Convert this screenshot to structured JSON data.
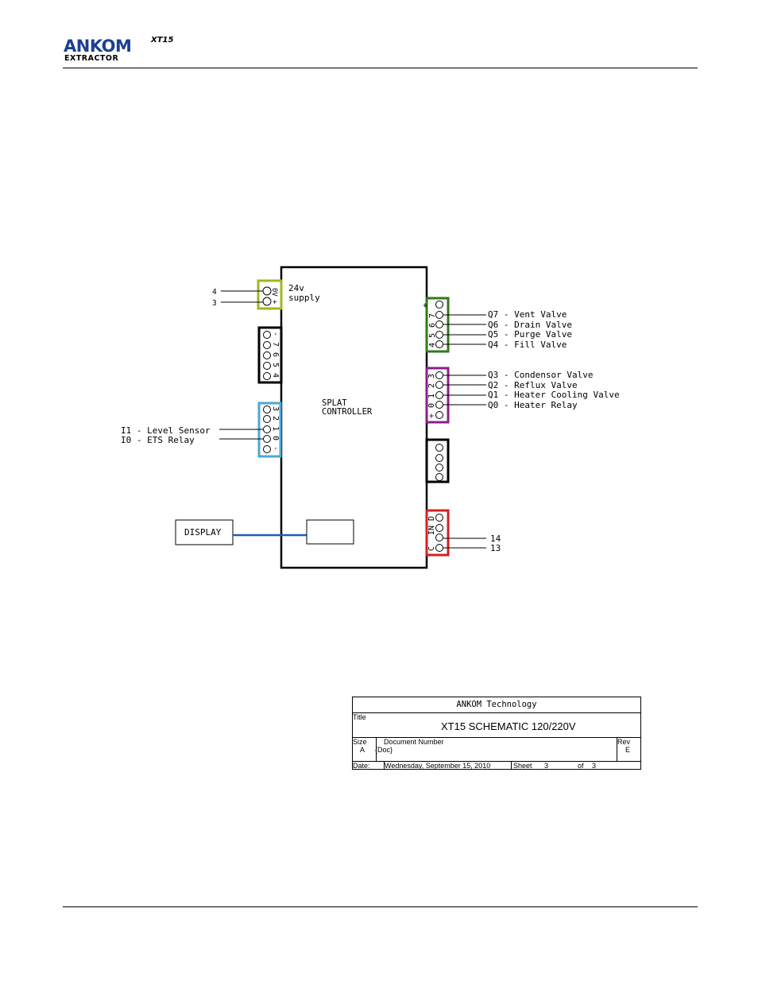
{
  "header": {
    "logo_main": "ANKOM",
    "logo_superscript": "XT15",
    "logo_sub": "EXTRACTOR"
  },
  "diagram": {
    "controller_label_line1": "SPLAT",
    "controller_label_line2": "CONTROLLER",
    "supply": {
      "label_line1": "24v",
      "label_line2": "supply",
      "pin_labels": [
        "0V",
        "+"
      ],
      "wire_numbers": [
        "4",
        "3"
      ],
      "color": "#a3b520"
    },
    "input_block_top": {
      "pin_labels": [
        "-",
        "7",
        "6",
        "5",
        "4"
      ],
      "color": "#000000"
    },
    "input_block_bottom": {
      "pin_labels": [
        "3",
        "2",
        "1",
        "0",
        "-"
      ],
      "color": "#4aa8d8",
      "signals": [
        "I1 - Level Sensor",
        "I0 - ETS Relay"
      ]
    },
    "display": {
      "label": "DISPLAY",
      "cable_color": "#1f5fb4"
    },
    "output_block_1": {
      "pin_labels": [
        "+",
        "7",
        "6",
        "5",
        "4"
      ],
      "color": "#2f7a1c",
      "signals": [
        "Q7 - Vent Valve",
        "Q6 - Drain Valve",
        "Q5 - Purge Valve",
        "Q4 - Fill Valve"
      ]
    },
    "output_block_2": {
      "pin_labels": [
        "3",
        "2",
        "1",
        "0",
        "+"
      ],
      "color": "#8a1f8a",
      "signals": [
        "Q3 - Condensor Valve",
        "Q2 - Reflux Valve",
        "Q1 - Heater Cooling Valve",
        "Q0 - Heater Relay"
      ]
    },
    "output_block_3": {
      "color": "#000000"
    },
    "comm_block": {
      "pin_labels": [
        "D",
        "IN",
        "C"
      ],
      "color": "#d42020",
      "wire_numbers": [
        "14",
        "13"
      ]
    }
  },
  "title_block": {
    "company": "ANKOM Technology",
    "title_label": "Title",
    "title": "XT15 SCHEMATIC 120/220V",
    "size_label": "Size",
    "size_value": "A",
    "doc_number_label": "Document Number",
    "doc_number_value": "{Doc}",
    "rev_label": "Rev",
    "rev_value": "E",
    "date_label": "Date:",
    "date_value": "Wednesday, September 15, 2010",
    "sheet_label": "Sheet",
    "sheet_value": "3",
    "of_label": "of",
    "of_value": "3"
  }
}
